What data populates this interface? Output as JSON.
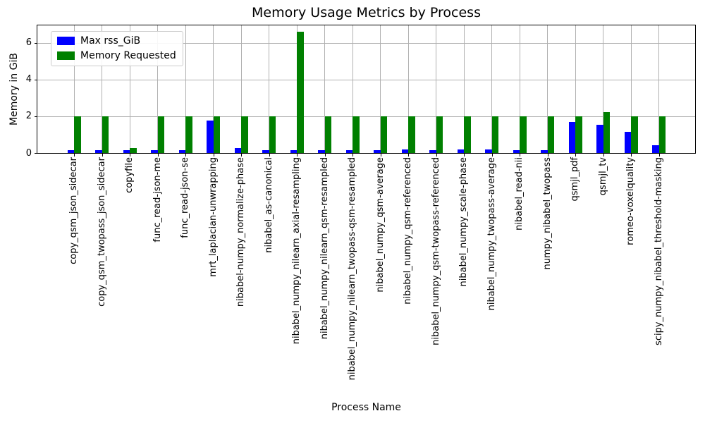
{
  "chart_data": {
    "type": "bar",
    "title": "Memory Usage Metrics by Process",
    "xlabel": "Process Name",
    "ylabel": "Memory in GiB",
    "categories": [
      "copy_qsm_json_sidecar",
      "copy_qsm_twopass_json_sidecar",
      "copyfile",
      "func_read-json-me",
      "func_read-json-se",
      "mrt_laplacian-unwrapping",
      "nibabel-numpy_normalize-phase",
      "nibabel_as-canonical",
      "nibabel_numpy_nilearn_axial-resampling",
      "nibabel_numpy_nilearn_qsm-resampled",
      "nibabel_numpy_nilearn_twopass-qsm-resampled",
      "nibabel_numpy_qsm-average",
      "nibabel_numpy_qsm-referenced",
      "nibabel_numpy_qsm-twopass-referenced",
      "nibabel_numpy_scale-phase",
      "nibabel_numpy_twopass-average",
      "nibabel_read-nii",
      "numpy_nibabel_twopass",
      "qsmjl_pdf",
      "qsmjl_tv",
      "romeo-voxelquality",
      "scipy_numpy_nibabel_threshold-masking"
    ],
    "series": [
      {
        "name": "Max rss_GiB",
        "color": "#0000ff",
        "values": [
          0.16,
          0.16,
          0.16,
          0.16,
          0.16,
          1.78,
          0.27,
          0.16,
          0.16,
          0.16,
          0.16,
          0.17,
          0.18,
          0.17,
          0.18,
          0.19,
          0.16,
          0.16,
          1.68,
          1.53,
          1.16,
          0.42
        ]
      },
      {
        "name": "Memory Requested",
        "color": "#008000",
        "values": [
          2.0,
          2.0,
          0.28,
          2.0,
          2.0,
          2.0,
          2.0,
          2.0,
          6.6,
          2.0,
          2.0,
          2.0,
          2.0,
          2.0,
          2.0,
          2.0,
          2.0,
          2.0,
          2.0,
          2.23,
          2.0,
          2.0
        ]
      }
    ],
    "yticks": [
      0,
      2,
      4,
      6
    ],
    "ylim": [
      0,
      6.94
    ],
    "grid": true,
    "legend_position": "upper left",
    "grid_color": "#b0b0b0",
    "axis_color": "#000000",
    "background_color": "#ffffff"
  }
}
